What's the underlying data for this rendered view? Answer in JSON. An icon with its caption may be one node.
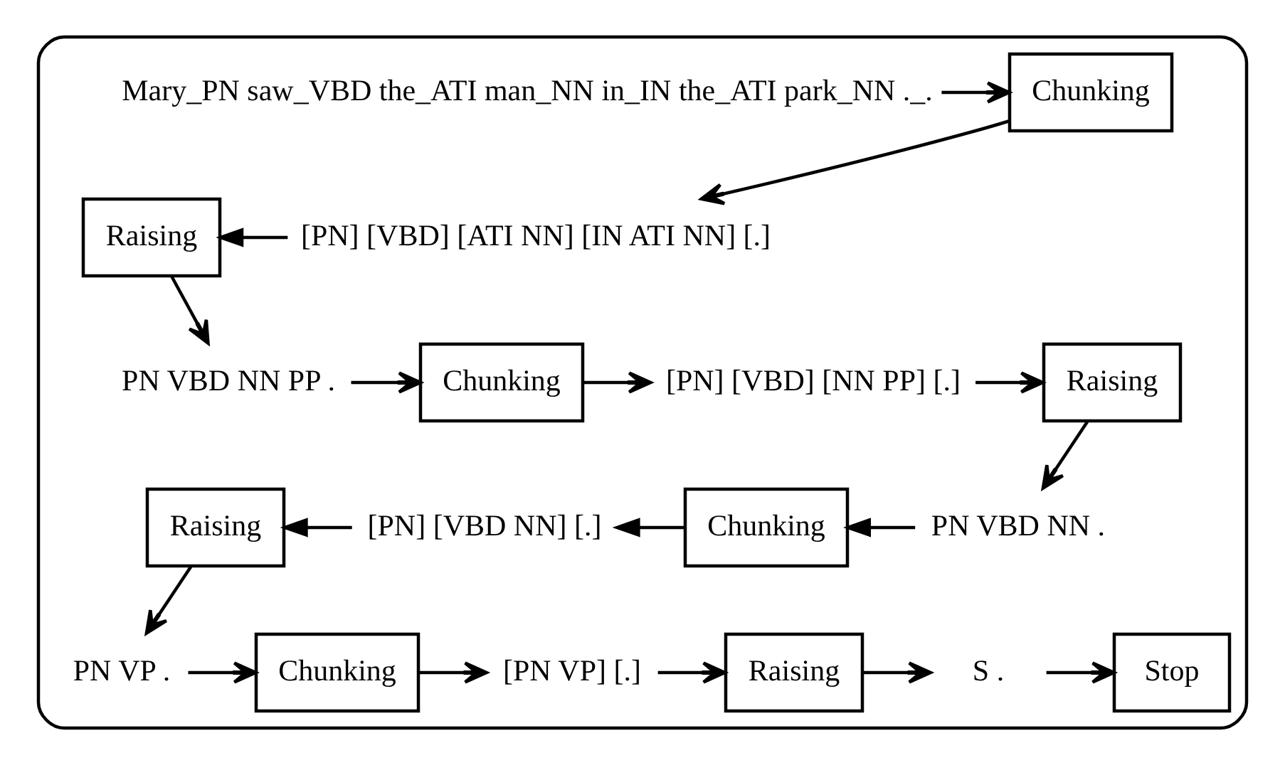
{
  "diagram": {
    "nodes": [
      {
        "text": [],
        "shape": "box"
      },
      {
        "text": [
          "Mary_PN saw_VBD the_ATI man_NN in_IN the_ATI park_NN ._."
        ],
        "in": 0
      },
      {
        "text": [
          "Chunking"
        ],
        "in": 0
      },
      {
        "text": [
          "[PN] [VBD] [ATI NN] [IN ATI NN] [.]"
        ],
        "in": 0
      },
      {
        "text": [
          "Raising"
        ],
        "in": 0
      },
      {
        "text": [
          "PN VBD NN PP ."
        ],
        "in": 0
      },
      {
        "text": [
          "Chunking"
        ],
        "in": 0
      },
      {
        "text": [
          "[PN] [VBD] [NN PP] [.]"
        ],
        "in": 0
      },
      {
        "text": [
          "Raising"
        ],
        "in": 0
      },
      {
        "text": [
          "PN VBD NN ."
        ],
        "in": 0
      },
      {
        "text": [
          "Chunking"
        ],
        "in": 0
      },
      {
        "text": [
          "[PN] [VBD NN] [.]"
        ],
        "in": 0
      },
      {
        "text": [
          "Raising"
        ],
        "in": 0
      },
      {
        "text": [
          "PN VP ."
        ],
        "in": 0
      },
      {
        "text": [
          "Chunking"
        ],
        "in": 0
      },
      {
        "text": [
          "[PN VP] [.]"
        ],
        "in": 0
      },
      {
        "text": [
          "Raising"
        ],
        "in": 0
      },
      {
        "text": [
          "S ."
        ],
        "in": 0
      },
      {
        "text": [
          "Stop"
        ],
        "in": 0
      }
    ],
    "edges": [
      {
        "from": 1,
        "to": 2,
        "arrow": "to"
      },
      {
        "from": 2,
        "to": 3,
        "arrow": "to"
      },
      {
        "from": 3,
        "to": 4,
        "arrow": "to"
      },
      {
        "from": 4,
        "to": 5,
        "arrow": "to"
      },
      {
        "from": 5,
        "to": 6,
        "arrow": "to"
      },
      {
        "from": 6,
        "to": 7,
        "arrow": "to"
      },
      {
        "from": 7,
        "to": 8,
        "arrow": "to"
      },
      {
        "from": 8,
        "to": 9,
        "arrow": "to"
      },
      {
        "from": 9,
        "to": 10,
        "arrow": "to"
      },
      {
        "from": 10,
        "to": 11,
        "arrow": "to"
      },
      {
        "from": 11,
        "to": 12,
        "arrow": "to"
      },
      {
        "from": 12,
        "to": 13,
        "arrow": "to"
      },
      {
        "from": 13,
        "to": 14,
        "arrow": "to"
      },
      {
        "from": 14,
        "to": 15,
        "arrow": "to"
      },
      {
        "from": 15,
        "to": 16,
        "arrow": "to"
      },
      {
        "from": 16,
        "to": 17,
        "arrow": "to"
      },
      {
        "from": 17,
        "to": 18,
        "arrow": "to"
      }
    ]
  }
}
